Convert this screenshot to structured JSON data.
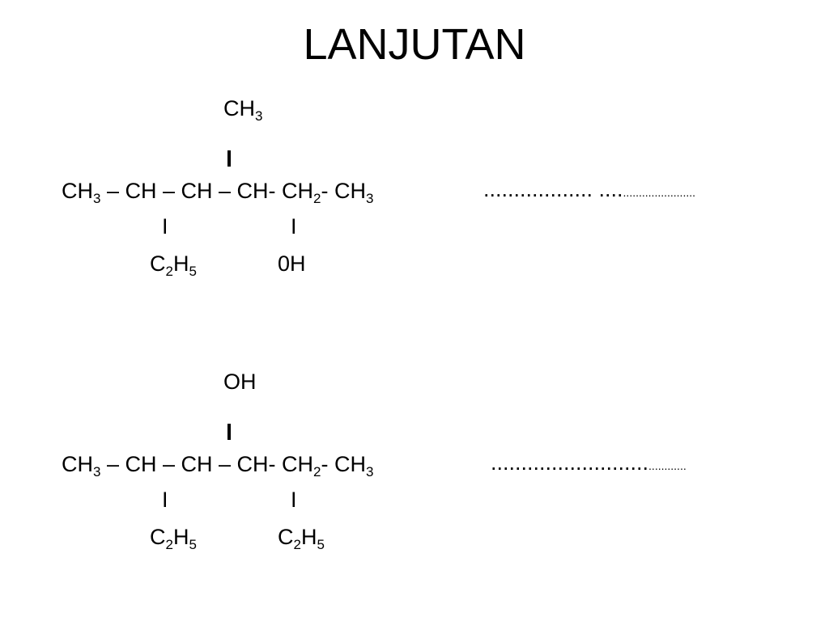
{
  "title": "LANJUTAN",
  "structure1": {
    "top_group": {
      "main": "CH",
      "sub": "3"
    },
    "chain": [
      {
        "main": "CH",
        "sub": "3"
      },
      {
        "main": " – CH – CH – CH- CH",
        "sub": "2"
      },
      {
        "main": "- CH",
        "sub": "3"
      }
    ],
    "left_bond": "I",
    "right_bond": "I",
    "left_group": {
      "a": "C",
      "a_sub": "2",
      "b": "H",
      "b_sub": "5"
    },
    "right_group": "0H",
    "answer_dots": ".................. ....",
    "answer_dots_small": "......................."
  },
  "structure2": {
    "top_group": "OH",
    "chain": [
      {
        "main": "CH",
        "sub": "3"
      },
      {
        "main": " – CH – CH – CH- CH",
        "sub": "2"
      },
      {
        "main": "- CH",
        "sub": "3"
      }
    ],
    "left_bond": "I",
    "right_bond": "I",
    "left_group": {
      "a": "C",
      "a_sub": "2",
      "b": "H",
      "b_sub": "5"
    },
    "right_group": {
      "a": "C",
      "a_sub": "2",
      "b": "H",
      "b_sub": "5"
    },
    "answer_dots": "..........................",
    "answer_dots_small": "............"
  }
}
